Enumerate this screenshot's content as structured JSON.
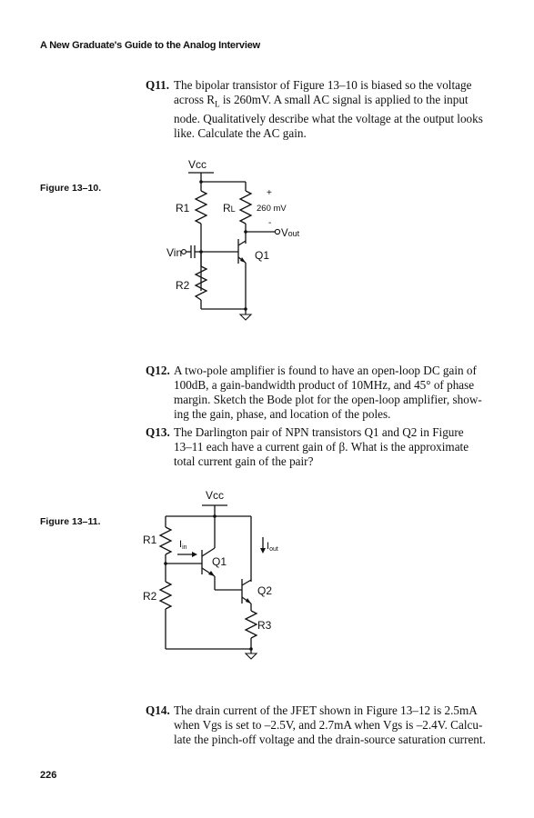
{
  "page": {
    "header": "A New Graduate's Guide to the Analog Interview",
    "page_number": "226"
  },
  "questions": [
    {
      "number": "Q11.",
      "lines": [
        "The bipolar transistor of Figure 13–10 is biased so the voltage",
        "across R",
        " is 260mV. A small AC signal is applied to the input",
        "node. Qualitatively describe what the voltage at the output looks",
        "like. Calculate the AC gain."
      ],
      "rl_sub": "L"
    },
    {
      "number": "Q12.",
      "lines": [
        "A two-pole amplifier is found to have an open-loop DC gain of",
        "100dB, a gain-bandwidth product of 10MHz, and 45° of phase",
        "margin. Sketch the Bode plot for the open-loop amplifier, show-",
        "ing the gain, phase, and location of the poles."
      ]
    },
    {
      "number": "Q13.",
      "lines": [
        "The Darlington pair of NPN transistors Q1 and Q2 in Figure",
        "13–11 each have a current gain of β. What is the approximate",
        "total current gain of the pair?"
      ]
    },
    {
      "number": "Q14.",
      "lines": [
        "The drain current of the JFET shown in Figure 13–12 is 2.5mA",
        "when Vgs is set to –2.5V, and 2.7mA when Vgs is –2.4V. Calcu-",
        "late the pinch-off voltage and the drain-source saturation current."
      ]
    }
  ],
  "figures": [
    {
      "label": "Figure 13–10.",
      "labels": {
        "vcc": "Vcc",
        "r1": "R1",
        "rl": "R",
        "rl_sub": "L",
        "plus": "+",
        "minus": "-",
        "voltage": "260 mV",
        "vout": "V",
        "vout_sub": "out",
        "vin": "Vin",
        "q1": "Q1",
        "r2": "R2"
      }
    },
    {
      "label": "Figure 13–11.",
      "labels": {
        "vcc": "Vcc",
        "r1": "R1",
        "iin": "I",
        "iin_sub": "in",
        "iout": "I",
        "iout_sub": "out",
        "q1": "Q1",
        "r2": "R2",
        "q2": "Q2",
        "r3": "R3"
      }
    }
  ]
}
